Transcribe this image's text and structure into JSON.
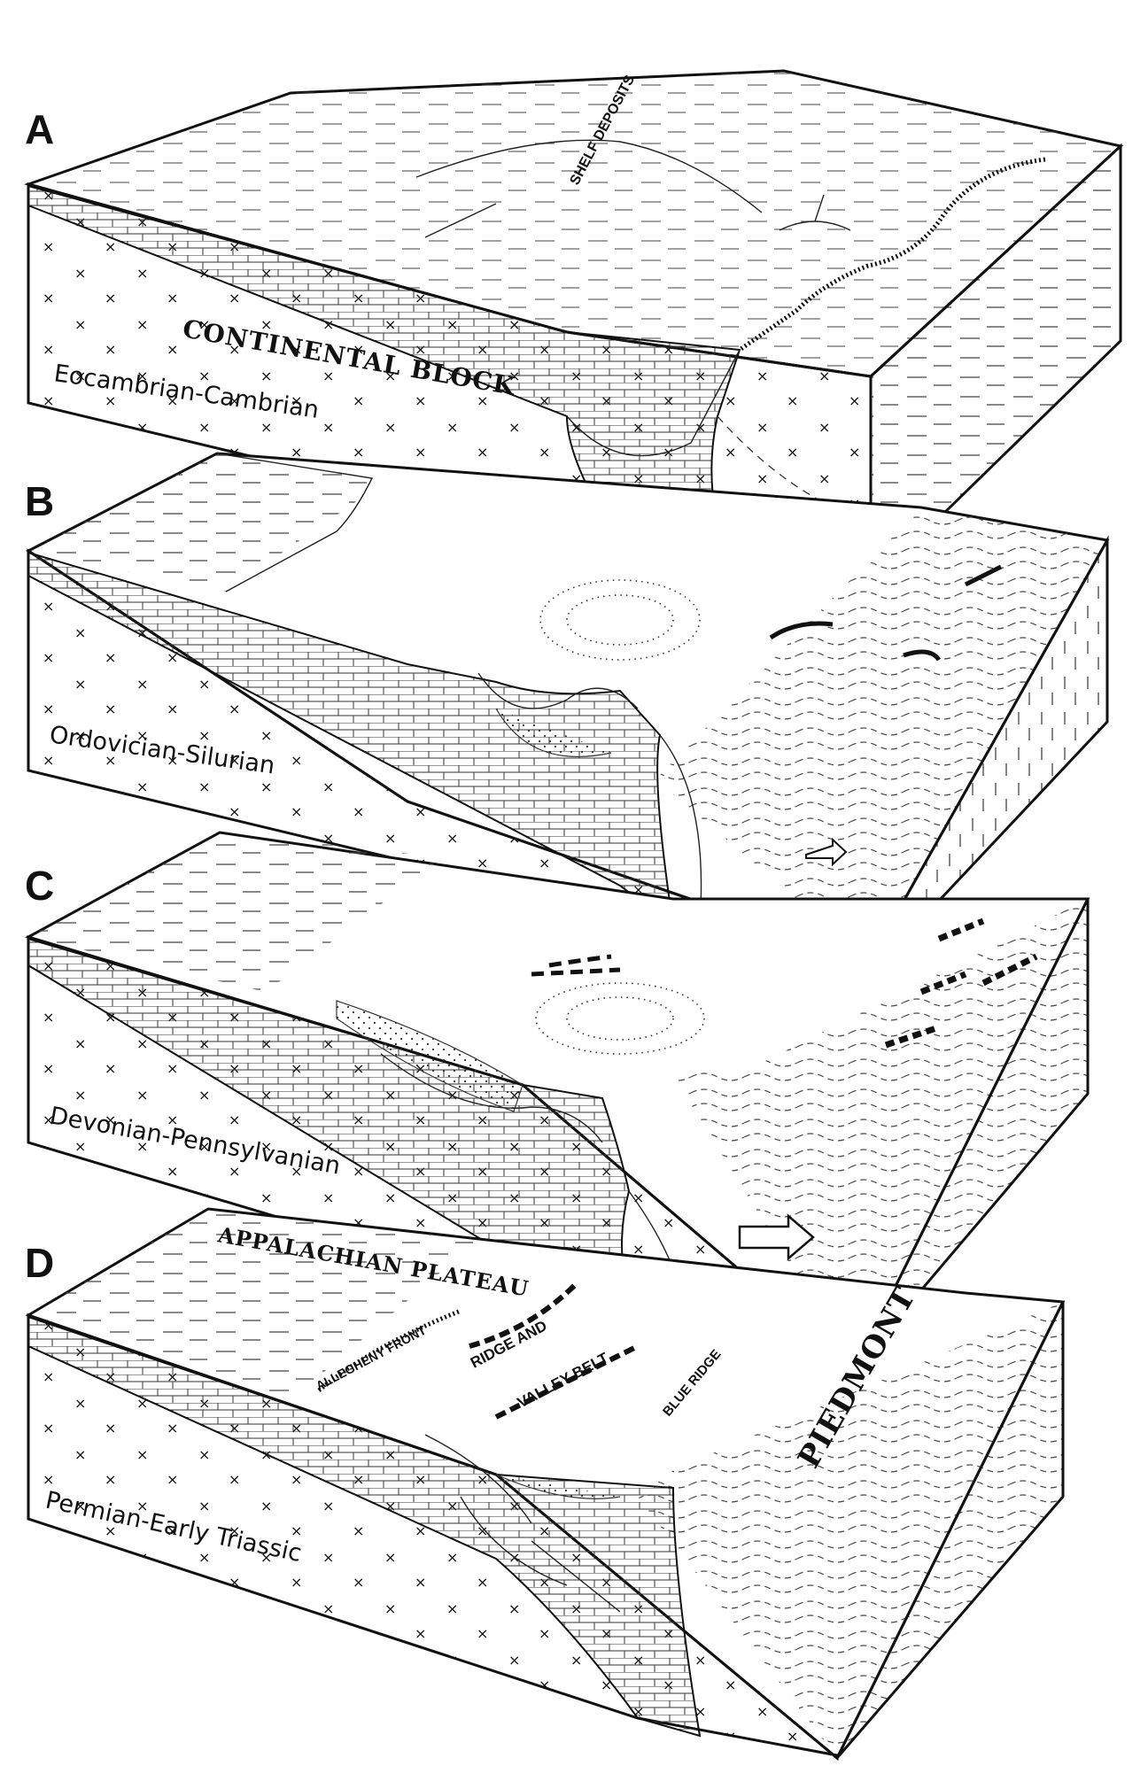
{
  "panels": [
    {
      "letter": "A",
      "period": "Eocambrian-Cambrian",
      "labels": {
        "block": "CONTINENTAL BLOCK",
        "shelf": "SHELF DEPOSITS"
      }
    },
    {
      "letter": "B",
      "period": "Ordovician-Silurian"
    },
    {
      "letter": "C",
      "period": "Devonian-Pennsylvanian"
    },
    {
      "letter": "D",
      "period": "Permian-Early Triassic",
      "labels": {
        "plateau": "APPALACHIAN PLATEAU",
        "piedmont": "PIEDMONT",
        "front": "ALLEGHENY FRONT",
        "valley_ridge": "RIDGE AND",
        "valley_belt": "VALLEY BELT",
        "blue_ridge": "BLUE RIDGE"
      }
    }
  ]
}
